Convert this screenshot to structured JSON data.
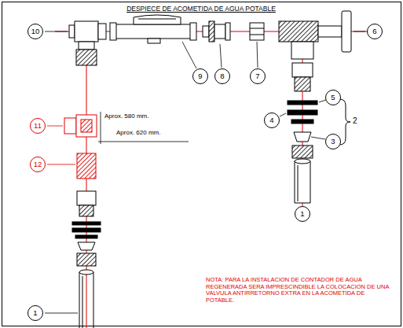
{
  "diagram": {
    "title": "DESPIECE DE ACOMETIDA DE AGUA POTABLE",
    "nodes": [
      {
        "text": [
          "10"
        ]
      },
      {
        "text": [
          "6"
        ]
      },
      {
        "text": [
          "9"
        ]
      },
      {
        "text": [
          "8"
        ]
      },
      {
        "text": [
          "7"
        ]
      },
      {
        "text": [
          "5"
        ]
      },
      {
        "text": [
          "4"
        ]
      },
      {
        "text": [
          "11"
        ]
      },
      {
        "text": [
          "3"
        ]
      },
      {
        "text": [
          "12"
        ]
      },
      {
        "text": [
          "1"
        ]
      },
      {
        "text": [
          "1"
        ]
      }
    ],
    "labels": [
      "2",
      "Aprox. 580 mm.",
      "Aprox. 620 mm.",
      "NOTA: PARA LA INSTALACION DE CONTADOR DE AGUA REGENERADA SERA IMPRESCINDIBLE LA COLOCACION DE UNA VALVULA ANTIRRETORNO EXTRA EN LA ACOMETIDA DE POTABLE."
    ]
  }
}
